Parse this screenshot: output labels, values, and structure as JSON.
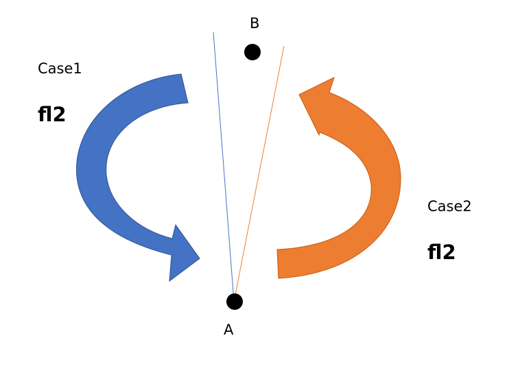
{
  "points": {
    "a": {
      "label": "A",
      "color": "#000000"
    },
    "b": {
      "label": "B",
      "color": "#000000"
    }
  },
  "case1": {
    "label": "Case1",
    "sub_label": "fl2",
    "arrow_color": "#4472C4",
    "arrow_outline": "#2F528F",
    "line_color": "#4472C4"
  },
  "case2": {
    "label": "Case2",
    "sub_label": "fl2",
    "arrow_color": "#ED7D31",
    "arrow_outline": "#C55A11",
    "line_color": "#ED7D31"
  }
}
